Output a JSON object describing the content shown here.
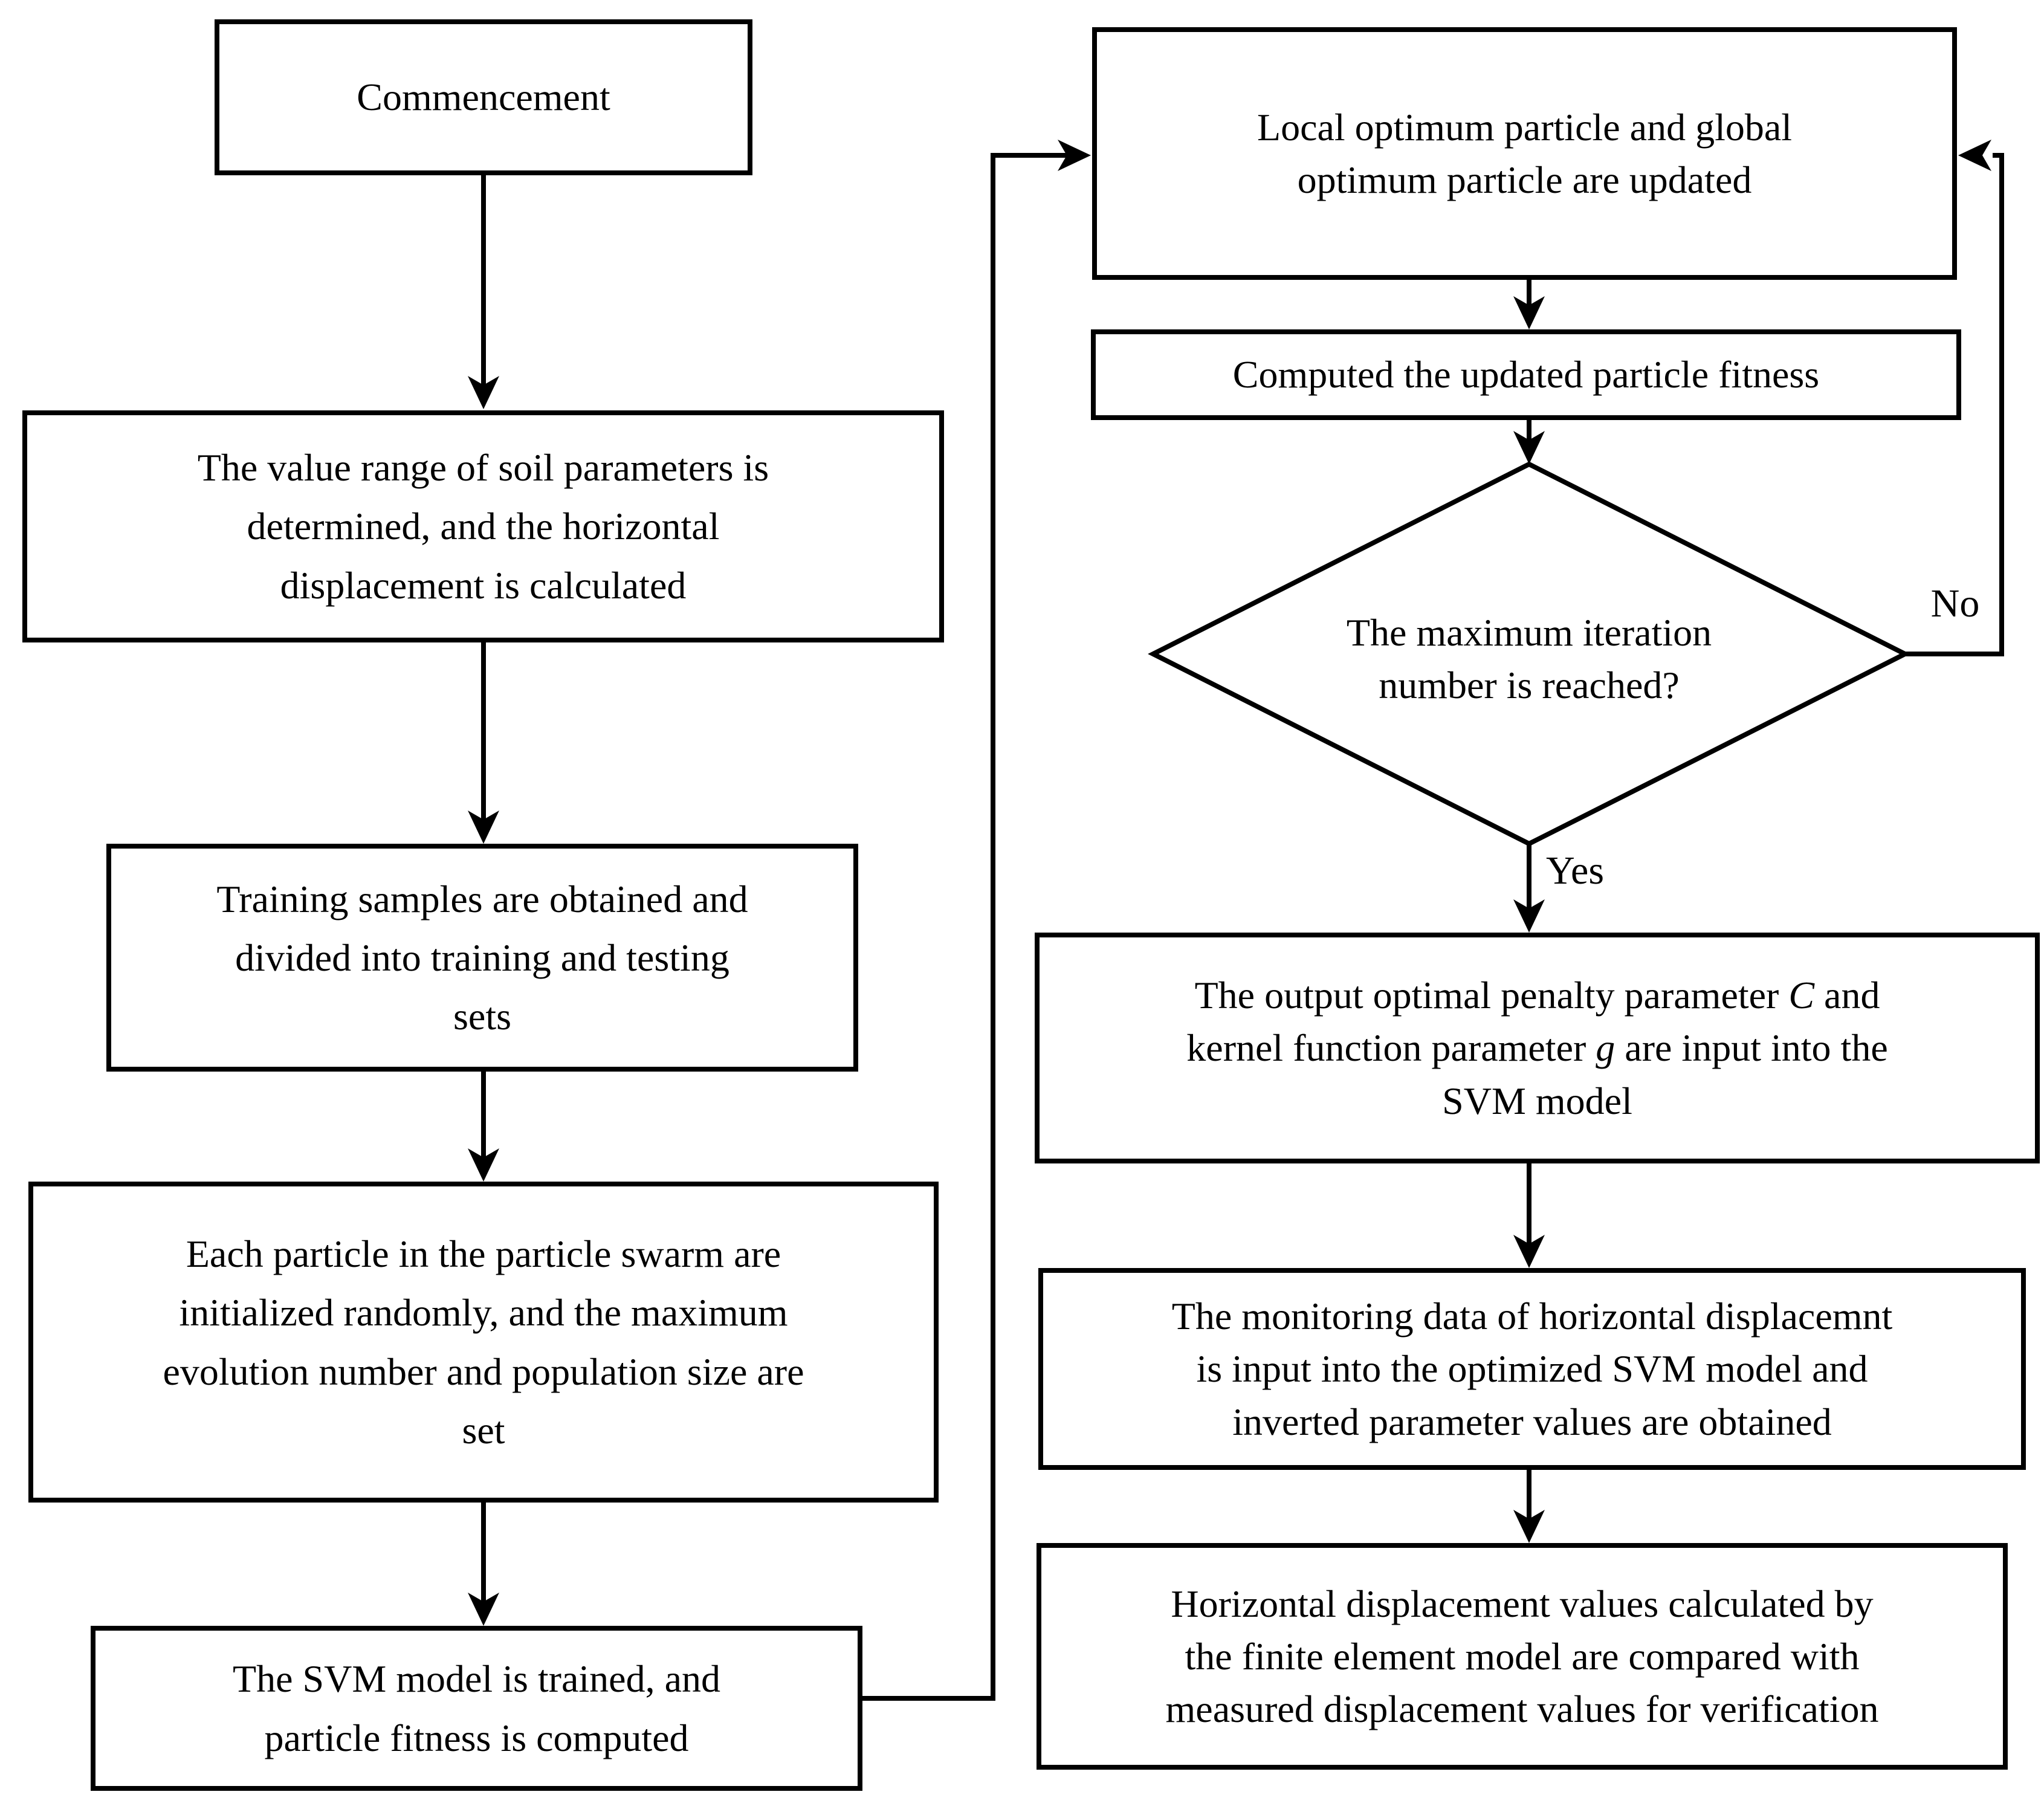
{
  "colors": {
    "line": "#000000",
    "box_fill": "#ffffff",
    "background": "#ffffff"
  },
  "flowchart": {
    "left": {
      "commencement": "Commencement",
      "value_range": "The value range of soil parameters is\ndetermined, and the horizontal\ndisplacement  is calculated",
      "training_samples": "Training samples are obtained and\ndivided into training and testing\nsets",
      "particle_init": "Each particle in the particle swarm are\ninitialized randomly, and the maximum\nevolution number and population size are\nset",
      "svm_trained": "The SVM model is trained, and\nparticle fitness is computed"
    },
    "right": {
      "update_particles": "Local optimum particle and global\noptimum particle are updated",
      "compute_fitness": "Computed the updated particle fitness",
      "decision": "The maximum iteration\nnumber is reached?",
      "no_label": "No",
      "yes_label": "Yes",
      "output_params": {
        "part1": "The output optimal penalty parameter ",
        "c_symbol": "C",
        "part2": " and\nkernel function parameter ",
        "g_symbol": "g",
        "part3": " are input into the\nSVM model"
      },
      "monitoring": "The monitoring data of horizontal displacemnt\nis input into the optimized SVM model and\ninverted parameter values are obtained",
      "verification": "Horizontal displacement values calculated by\nthe finite element model are compared with\nmeasured displacement values for verification"
    }
  }
}
